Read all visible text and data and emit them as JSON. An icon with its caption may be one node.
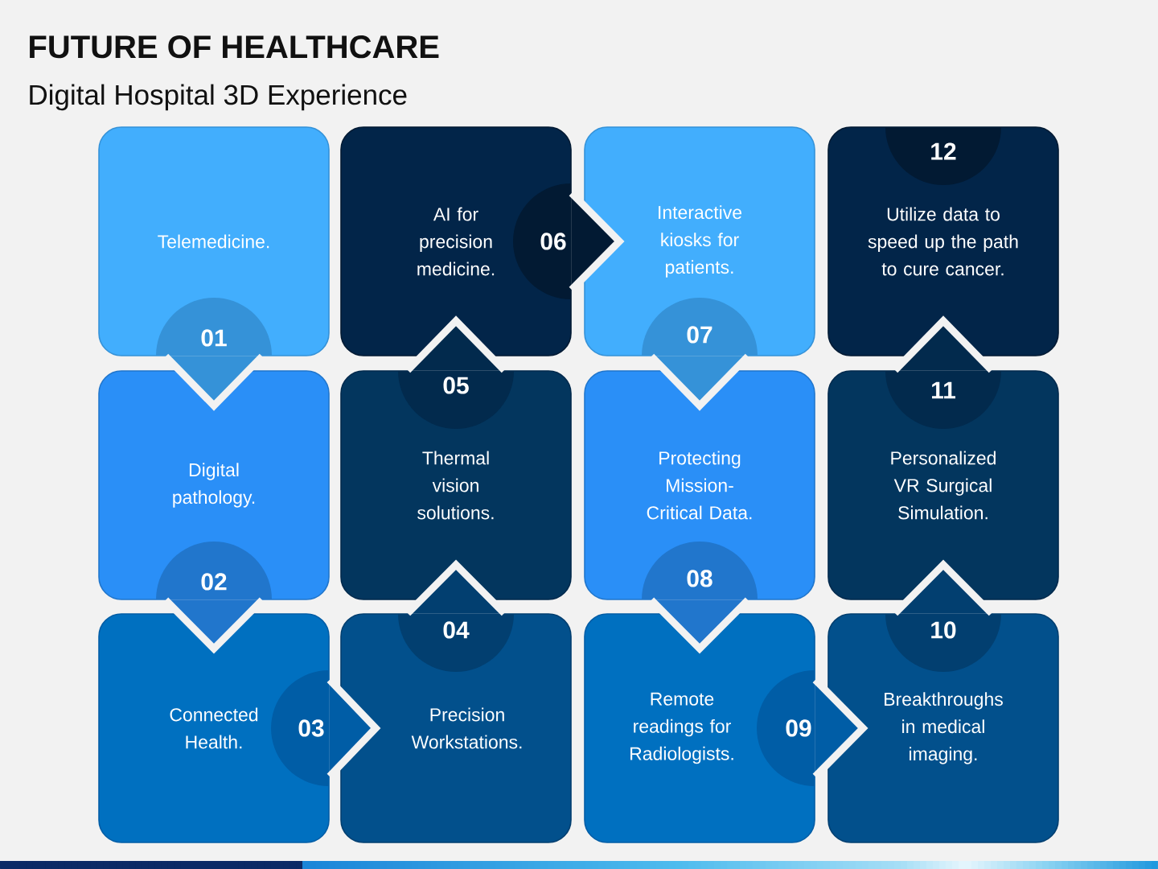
{
  "diagram": {
    "title": "FUTURE OF HEALTHCARE",
    "nodes": [
      {
        "text": [
          "Telemedicine."
        ]
      },
      {
        "text": [
          "01"
        ],
        "in": 0
      },
      {
        "text": [
          "Digital pathology."
        ]
      },
      {
        "text": [
          "02"
        ],
        "in": 2
      },
      {
        "text": [
          "Connected Health."
        ]
      },
      {
        "text": [
          "03"
        ],
        "in": 4
      },
      {
        "text": [
          "Precision Workstations."
        ]
      },
      {
        "text": [
          "04"
        ],
        "in": 6
      },
      {
        "text": [
          "Thermal vision solutions."
        ]
      },
      {
        "text": [
          "05"
        ],
        "in": 8
      },
      {
        "text": [
          "AI for precision medicine."
        ]
      },
      {
        "text": [
          "06"
        ],
        "in": 10
      },
      {
        "text": [
          "Interactive kiosks for patients."
        ]
      },
      {
        "text": [
          "07"
        ],
        "in": 12
      },
      {
        "text": [
          "Protecting Mission-Critical Data."
        ]
      },
      {
        "text": [
          "08"
        ],
        "in": 14
      },
      {
        "text": [
          "Remote readings for Radiologists."
        ]
      },
      {
        "text": [
          "09"
        ],
        "in": 16
      },
      {
        "text": [
          "Breakthroughs in medical imaging."
        ]
      },
      {
        "text": [
          "10"
        ],
        "in": 18
      },
      {
        "text": [
          "Personalized VR Surgical Simulation."
        ]
      },
      {
        "text": [
          "11"
        ],
        "in": 20
      },
      {
        "text": [
          "Utilize data to speed up the path to cure cancer."
        ]
      },
      {
        "text": [
          "12"
        ],
        "in": 22
      }
    ],
    "edges": [
      {
        "from": 0,
        "to": 2,
        "arrow": "to"
      },
      {
        "from": 2,
        "to": 4,
        "arrow": "to"
      },
      {
        "from": 4,
        "to": 6,
        "arrow": "to"
      },
      {
        "from": 6,
        "to": 8,
        "arrow": "to"
      },
      {
        "from": 8,
        "to": 10,
        "arrow": "to"
      },
      {
        "from": 10,
        "to": 12,
        "arrow": "to"
      },
      {
        "from": 12,
        "to": 14,
        "arrow": "to"
      },
      {
        "from": 14,
        "to": 16,
        "arrow": "to"
      },
      {
        "from": 16,
        "to": 18,
        "arrow": "to"
      },
      {
        "from": 18,
        "to": 20,
        "arrow": "to"
      },
      {
        "from": 20,
        "to": 22,
        "arrow": "to"
      }
    ],
    "labels": [
      "Digital Hospital 3D Experience"
    ]
  }
}
